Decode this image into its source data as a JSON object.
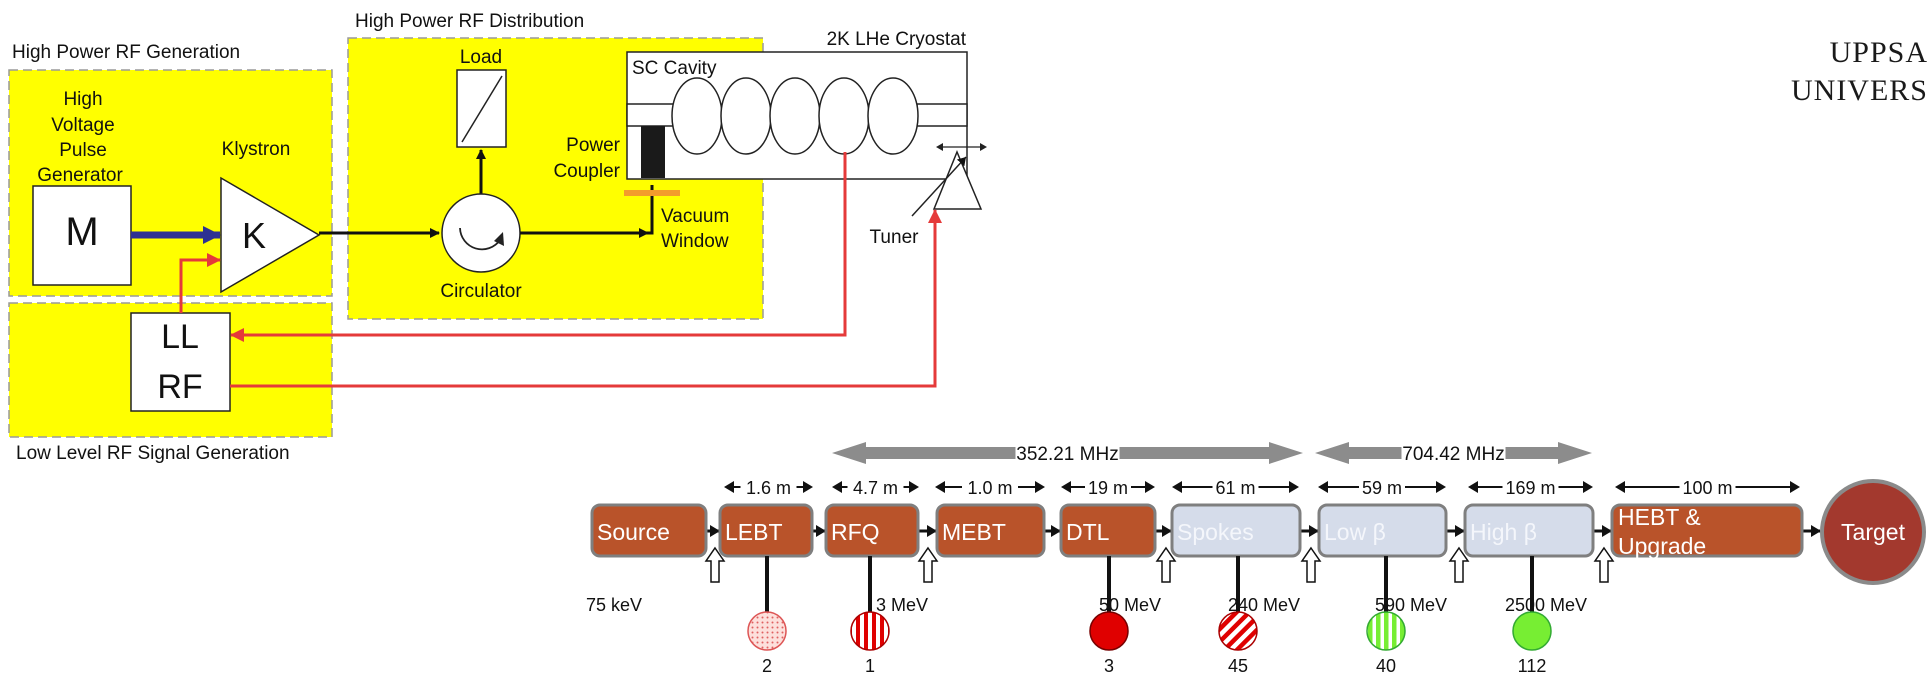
{
  "logo": {
    "line1": "UPPSA",
    "line2": "UNIVERS"
  },
  "rf_system": {
    "hp_generation": {
      "title": "High Power RF Generation",
      "hvpg_lines": [
        "High",
        "Voltage",
        "Pulse",
        "Generator"
      ],
      "modulator": "M",
      "klystron_label": "Klystron",
      "klystron": "K"
    },
    "hp_distribution": {
      "title": "High Power RF Distribution",
      "load": "Load",
      "circulator": "Circulator"
    },
    "cryostat": {
      "title": "2K LHe Cryostat",
      "cavity": "SC Cavity",
      "power_coupler_lines": [
        "Power",
        "Coupler"
      ],
      "vacuum_window_lines": [
        "Vacuum",
        "Window"
      ],
      "tuner": "Tuner"
    },
    "llrf": {
      "title": "Low Level RF Signal Generation",
      "box_lines": [
        "LL",
        "RF"
      ]
    },
    "colors": {
      "region_fill": "#ffff00",
      "drive_arrow": "#2e3192",
      "signal": "#e53a3a",
      "window": "#f39c2c"
    }
  },
  "linac": {
    "freq_bands": [
      {
        "label": "352.21 MHz"
      },
      {
        "label": "704.42 MHz"
      }
    ],
    "lengths": [
      "1.6 m",
      "4.7 m",
      "1.0 m",
      "19 m",
      "61 m",
      "59 m",
      "169 m",
      "100 m"
    ],
    "sections": [
      {
        "name": "Source",
        "type": "warm"
      },
      {
        "name": "LEBT",
        "type": "warm"
      },
      {
        "name": "RFQ",
        "type": "warm"
      },
      {
        "name": "MEBT",
        "type": "warm"
      },
      {
        "name": "DTL",
        "type": "warm"
      },
      {
        "name": "Spokes",
        "type": "sc"
      },
      {
        "name": "Low β",
        "type": "sc"
      },
      {
        "name": "High β",
        "type": "sc"
      },
      {
        "name_lines": [
          "HEBT &",
          "Upgrade"
        ],
        "type": "warm"
      },
      {
        "name": "Target",
        "type": "target"
      }
    ],
    "energies": [
      "75 keV",
      "3 MeV",
      "50 MeV",
      "240 MeV",
      "590 MeV",
      "2500 MeV"
    ],
    "cavity_counts": [
      "2",
      "1",
      "3",
      "45",
      "40",
      "112"
    ],
    "colors": {
      "warm": "#b9532a",
      "sc": "#d5dcea",
      "target": "#a3392e",
      "band_arrow": "#8c8c8c",
      "red": "#e00000",
      "green": "#77ee33"
    }
  }
}
